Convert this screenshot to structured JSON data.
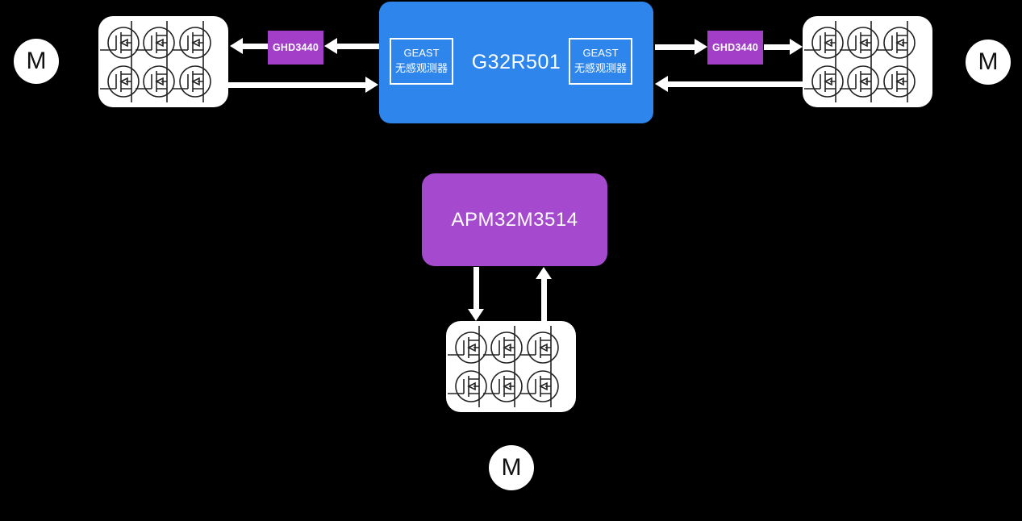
{
  "colors": {
    "background": "#000000",
    "mcu_blue": "#2E86EC",
    "driver_purple": "#A23EC8",
    "apm_purple": "#A549CE",
    "box_white": "#FFFFFF",
    "text_dark": "#111111"
  },
  "mcu": {
    "title": "G32R501",
    "observer_left": {
      "line1": "GEAST",
      "line2": "无感观测器"
    },
    "observer_right": {
      "line1": "GEAST",
      "line2": "无感观测器"
    }
  },
  "drivers": {
    "left_label": "GHD3440",
    "right_label": "GHD3440"
  },
  "companion": {
    "label": "APM32M3514"
  },
  "motors": {
    "left_label": "M",
    "right_label": "M",
    "bottom_label": "M"
  }
}
